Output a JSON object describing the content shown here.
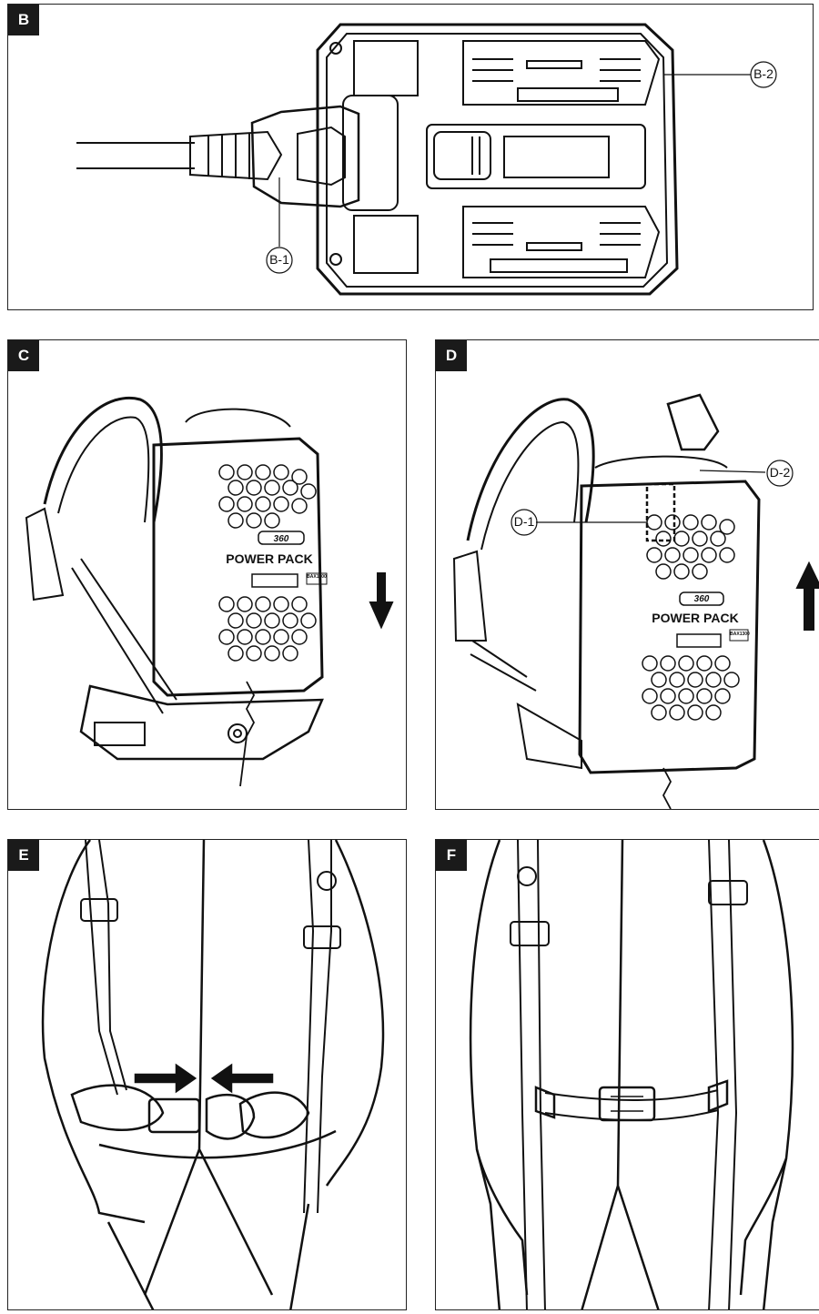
{
  "panels": {
    "B": {
      "label": "B",
      "callouts": [
        "B-1",
        "B-2"
      ]
    },
    "C": {
      "label": "C",
      "brand": "360",
      "product": "POWER PACK",
      "model": "BAX1300"
    },
    "D": {
      "label": "D",
      "callouts": [
        "D-1",
        "D-2"
      ],
      "brand": "360",
      "product": "POWER PACK",
      "model": "BAX1300"
    },
    "E": {
      "label": "E"
    },
    "F": {
      "label": "F"
    }
  }
}
